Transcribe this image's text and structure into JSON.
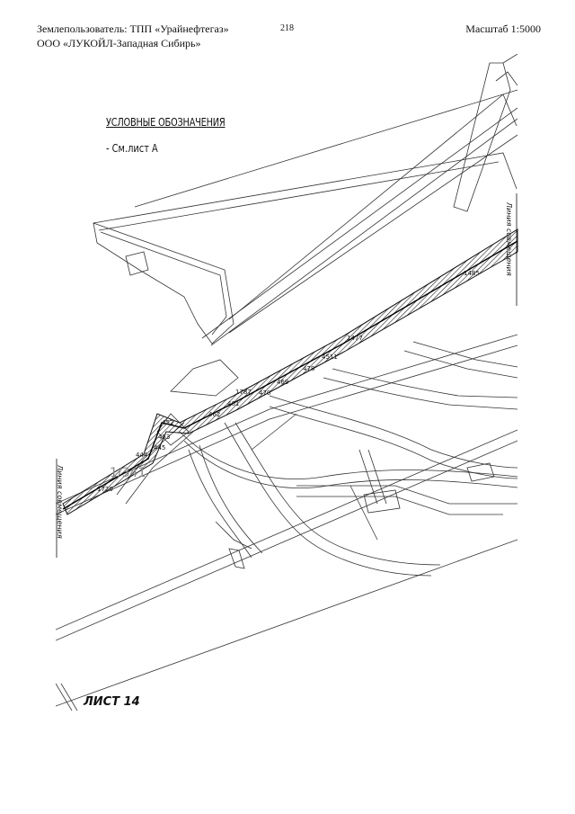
{
  "header": {
    "land_user": "Землепользователь: ТПП «Урайнефтегаз»",
    "organization": "ООО «ЛУКОЙЛ-Западная Сибирь»",
    "page_number": "218",
    "scale": "Масштаб 1:5000"
  },
  "legend": {
    "title": "УСЛОВНЫЕ ОБОЗНАЧЕНИЯ",
    "entry": "- См.лист А"
  },
  "map": {
    "join_line_label": "Линия совмещения",
    "block_label": "1/341",
    "point_labels": [
      "1720",
      "444",
      "445",
      "453",
      "452",
      "462",
      "461",
      "1787",
      "470",
      "469",
      "478",
      "4511",
      "1477",
      "1485"
    ]
  },
  "sheet": "ЛИСТ 14"
}
